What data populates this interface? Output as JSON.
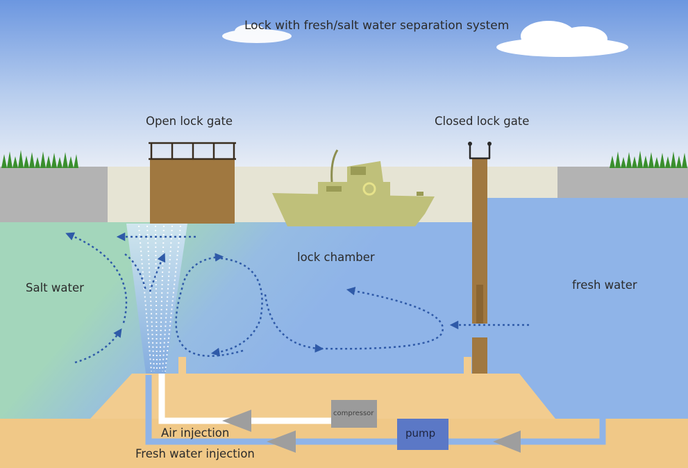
{
  "title": "Lock with fresh/salt water separation system",
  "labels": {
    "open_gate": "Open lock gate",
    "closed_gate": "Closed lock gate",
    "salt_water": "Salt water",
    "lock_chamber": "lock chamber",
    "fresh_water": "fresh water",
    "compressor": "compressor",
    "pump": "pump",
    "air_injection": "Air injection",
    "fresh_water_injection": "Fresh water injection"
  },
  "colors": {
    "salt_water": "#9fd3b8",
    "fresh_water": "#8fb4e8",
    "sand": "#f2cc8f",
    "gate": "#a07840",
    "boat": "#bfc07a",
    "pump": "#5b78c6",
    "flow_arrow": "#2f5aa8"
  }
}
